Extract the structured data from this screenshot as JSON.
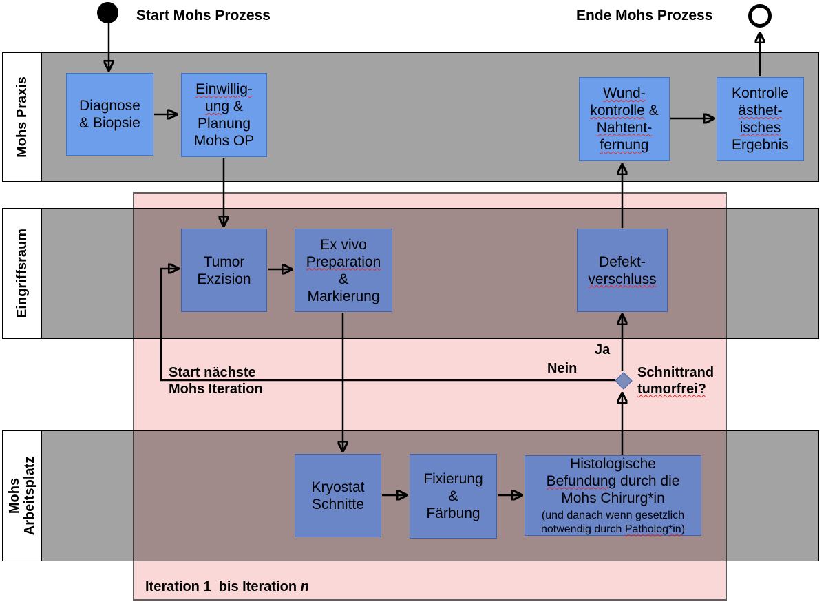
{
  "diagram": {
    "start_event": {
      "label": "Start Mohs Prozess"
    },
    "end_event": {
      "label": "Ende Mohs Prozess"
    },
    "lanes": [
      {
        "id": "mohs-praxis",
        "label_lines": [
          "Mohs Praxis"
        ]
      },
      {
        "id": "eingriffsraum",
        "label_lines": [
          "Eingriffsraum"
        ]
      },
      {
        "id": "mohs-arbeitsplatz",
        "label_lines": [
          "Mohs",
          "Arbeitsplatz"
        ]
      }
    ],
    "nodes": {
      "diagnose": {
        "lines": [
          [
            "Diagnose"
          ],
          [
            "& Biopsie"
          ]
        ]
      },
      "einwilligung": {
        "lines": [
          [
            {
              "t": "Einwillig-",
              "w": true
            }
          ],
          [
            {
              "t": "ung",
              "w": true
            },
            " &"
          ],
          [
            "Planung"
          ],
          [
            "Mohs OP"
          ]
        ]
      },
      "wund": {
        "lines": [
          [
            {
              "t": "Wund-",
              "w": true
            }
          ],
          [
            {
              "t": "kontrolle",
              "w": true
            },
            " &"
          ],
          [
            {
              "t": "Nahtent-",
              "w": true
            }
          ],
          [
            {
              "t": "fernung",
              "w": true
            }
          ]
        ]
      },
      "kontrolle": {
        "lines": [
          [
            "Kontrolle"
          ],
          [
            {
              "t": "ästhet-",
              "w": true
            }
          ],
          [
            {
              "t": "isches",
              "w": true
            }
          ],
          [
            "Ergebnis"
          ]
        ]
      },
      "tumor": {
        "lines": [
          [
            "Tumor"
          ],
          [
            "Exzision"
          ]
        ]
      },
      "exvivo": {
        "lines": [
          [
            "Ex vivo"
          ],
          [
            {
              "t": "Preparation",
              "w": true
            }
          ],
          [
            "&"
          ],
          [
            "Markierung"
          ]
        ]
      },
      "defekt": {
        "lines": [
          [
            "Defekt-"
          ],
          [
            {
              "t": "verschluss",
              "w": true
            }
          ]
        ]
      },
      "kryostat": {
        "lines": [
          [
            "Kryostat"
          ],
          [
            "Schnitte"
          ]
        ]
      },
      "fixierung": {
        "lines": [
          [
            "Fixierung"
          ],
          [
            "&"
          ],
          [
            "Färbung"
          ]
        ]
      },
      "histologie": {
        "main_lines": [
          [
            "Histologische"
          ],
          [
            {
              "t": "Befundung",
              "w": true
            },
            " durch die"
          ],
          [
            "Mohs Chirurg*in"
          ]
        ],
        "sub_lines": [
          [
            "(und danach wenn gesetzlich"
          ],
          [
            "notwendig durch ",
            {
              "t": "Patholog*in",
              "w": true
            },
            ")"
          ]
        ]
      }
    },
    "decision": {
      "lines": [
        [
          "Schnittrand"
        ],
        [
          {
            "t": "tumorfrei?",
            "w": true
          }
        ]
      ],
      "yes_label": "Ja",
      "no_label": "Nein"
    },
    "loop_label": {
      "lines": [
        [
          "Start nächste"
        ],
        [
          "Mohs Iteration"
        ]
      ]
    },
    "iteration_region": {
      "label_lines": [
        [
          "Iteration 1  bis Iteration ",
          {
            "t": "n",
            "i": true
          }
        ]
      ]
    },
    "colors": {
      "lane_fill": "#a3a3a3",
      "lane_border": "#000000",
      "lane_label_bg": "#ffffff",
      "node_fill": "#6d9eeb",
      "node_border": "#4472c4",
      "diamond_fill": "#7ea7de",
      "iter_fill": "#fbd8d8",
      "iter_border": "#635c5c",
      "squiggle": "#dd3333"
    }
  }
}
